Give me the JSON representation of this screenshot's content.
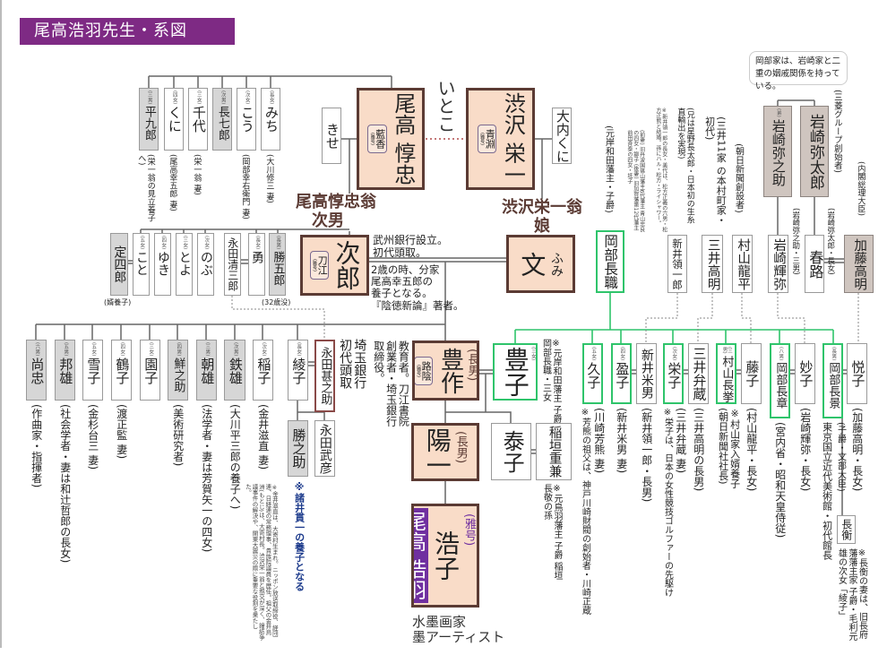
{
  "title": "尾高浩羽先生・系図",
  "callout": "岡部家は、岩崎家と二重の姻戚関係を持っている。",
  "persons": [
    {
      "id": "heikuro",
      "name": "平九郎",
      "rank": "(三男)",
      "note": "(栄一翁の見立養子へ)"
    },
    {
      "id": "kuni",
      "name": "くに",
      "rank": "(四女)",
      "note": "(尾高幸五郎 妻)"
    },
    {
      "id": "chiyo",
      "name": "千代",
      "rank": "(三女)",
      "note": "(栄一翁 妻)"
    },
    {
      "id": "chohichiro",
      "name": "長七郎",
      "rank": "(次男)"
    },
    {
      "id": "kou",
      "name": "こう",
      "rank": "(次女)",
      "note": "(岡部幸右衛門 妻)"
    },
    {
      "id": "michi",
      "name": "みち",
      "rank": "(長女)",
      "note": "(大川修三 妻)"
    },
    {
      "id": "kise",
      "name": "きせ"
    },
    {
      "id": "atsutada",
      "name": "尾高 惇忠",
      "gago": "藍香",
      "gago_label": "(雅号)"
    },
    {
      "id": "eiichi",
      "name": "渋沢 栄一",
      "gago": "青淵",
      "gago_label": "(雅号)"
    },
    {
      "id": "ouchi",
      "name": "大内くに"
    },
    {
      "id": "teishiro",
      "name": "定四郎",
      "note": "(婿養子)"
    },
    {
      "id": "koto",
      "name": "こと",
      "rank": "(五女)"
    },
    {
      "id": "yuki",
      "name": "ゆき",
      "rank": "(四女)"
    },
    {
      "id": "toyo",
      "name": "とよ",
      "rank": "(三女)"
    },
    {
      "id": "nobu",
      "name": "のぶ",
      "rank": "(次女)"
    },
    {
      "id": "seizaburo",
      "name": "永田清三郎"
    },
    {
      "id": "isamu",
      "name": "勇",
      "rank": "(長女)"
    },
    {
      "id": "katsugoro",
      "name": "勝五郎",
      "rank": "(長男)",
      "note": "(32歳没)"
    },
    {
      "id": "jiro",
      "name": "次郎",
      "gago": "刀江",
      "gago_label": "(雅号)"
    },
    {
      "id": "fumi",
      "name": "文",
      "ruby": "ふみ"
    },
    {
      "id": "naotada",
      "name": "尚忠",
      "rank": "(六男)",
      "note": "(作曲家・指揮者)"
    },
    {
      "id": "kunio",
      "name": "邦雄",
      "rank": "(五男)",
      "note": "(社会学者・妻は和辻哲郎の長女)"
    },
    {
      "id": "yukiko",
      "name": "雪子",
      "rank": "(五女)",
      "note": "(金杉台三 妻)"
    },
    {
      "id": "tsuruko",
      "name": "鶴子",
      "rank": "(四女)",
      "note": "(渡正監 妻)"
    },
    {
      "id": "sonoko",
      "name": "園子",
      "rank": "(三女)"
    },
    {
      "id": "sennosuke",
      "name": "鮮之助",
      "rank": "(四男)",
      "note": "(美術研究者)"
    },
    {
      "id": "asao",
      "name": "朝雄",
      "rank": "(三男)",
      "note": "(法学者・妻は芳賀矢一の四女)"
    },
    {
      "id": "tetsuo",
      "name": "鉄雄",
      "rank": "(次男)",
      "note": "(大川平三郎の養子へ)"
    },
    {
      "id": "ineko",
      "name": "稲子",
      "rank": "(次女)",
      "note": "(金井滋直 妻)"
    },
    {
      "id": "ayako",
      "name": "綾子",
      "rank": "(長女)"
    },
    {
      "id": "jinnosuke",
      "name": "永田甚之助"
    },
    {
      "id": "katsunosuke",
      "name": "勝之助"
    },
    {
      "id": "takehiko",
      "name": "永田武彦"
    },
    {
      "id": "hosaku",
      "name": "豊作",
      "rank": "(長男)",
      "gago": "路陰",
      "gago_label": "(雅号)"
    },
    {
      "id": "toyoko",
      "name": "豊子",
      "rank": "(三女)"
    },
    {
      "id": "yoichi",
      "name": "陽一",
      "rank": "(長男)"
    },
    {
      "id": "yasuko",
      "name": "泰子"
    },
    {
      "id": "inagaki",
      "name": "稲垣重兼"
    },
    {
      "id": "hiroko",
      "name": "浩子",
      "rank": "(雅号)",
      "panel": "尾高 浩羽"
    },
    {
      "id": "nagamoto",
      "name": "岡部長職",
      "note": "(元岸和田藩主・子爵)"
    },
    {
      "id": "ryoichiro",
      "name": "新井領一郎",
      "note": "(兄は星野長太郎・日本初の生糸直輸出を実現)"
    },
    {
      "id": "takaaki",
      "name": "三井高明",
      "note": "(三井11家 の本村町家・初代)"
    },
    {
      "id": "ryohei",
      "name": "村山龍平",
      "note": "(朝日新聞創設者)"
    },
    {
      "id": "teruya",
      "name": "岩崎輝弥",
      "note": "(岩崎弥之助・三男)"
    },
    {
      "id": "haruji",
      "name": "春路",
      "note": "(岩崎弥太郎・長女)"
    },
    {
      "id": "kato",
      "name": "加藤高明",
      "note": "(内閣総理大臣)"
    },
    {
      "id": "yanosuke",
      "name": "岩崎弥之助",
      "rank": "(弟)"
    },
    {
      "id": "yataro",
      "name": "岩崎弥太郎",
      "note": "(三菱グループ創始者)"
    },
    {
      "id": "hisako",
      "name": "久子",
      "rank": "(五女)",
      "note": "(川崎芳熊 妻)"
    },
    {
      "id": "mitsuko",
      "name": "盈子",
      "rank": "(四女)",
      "note": "(新井米男 妻)"
    },
    {
      "id": "yoneo",
      "name": "新井米男",
      "note": "(新井領一郎・長男)"
    },
    {
      "id": "eiko",
      "name": "栄子",
      "rank": "(次女)",
      "note": "(三井弁蔵 妻)"
    },
    {
      "id": "benzo",
      "name": "三井弁蔵",
      "note": "(三井高明の長男)"
    },
    {
      "id": "nagataka",
      "name": "村山長挙",
      "rank": "(三男)",
      "note": "(朝日新聞社社長)"
    },
    {
      "id": "fujiko",
      "name": "藤子",
      "note": "(村山龍平・長女)"
    },
    {
      "id": "nagaakira",
      "name": "岡部長章",
      "rank": "(八男)",
      "note": "(宮内省・昭和天皇侍従)"
    },
    {
      "id": "taeko",
      "name": "妙子",
      "note": "(岩崎輝弥・長女)"
    },
    {
      "id": "nagakage",
      "name": "岡部長景",
      "rank": "(長男)",
      "note": "(子爵・文部大臣)"
    },
    {
      "id": "etsuko",
      "name": "悦子",
      "note": "(加藤高明・長女)"
    },
    {
      "id": "nagahira",
      "name": "長衡"
    }
  ],
  "annotations": [
    {
      "id": "itoko",
      "text": "いとこ"
    },
    {
      "id": "atsutada-son",
      "text": "尾高惇忠翁\n　次男"
    },
    {
      "id": "eiichi-daughter",
      "text": "渋沢栄一翁\n　　娘"
    },
    {
      "id": "jiro-bank",
      "text": "武州銀行設立。\n初代頭取。"
    },
    {
      "id": "jiro-bio",
      "text": "2歳の時、分家\n尾高幸五郎の\n養子となる。\n『陰徳新論』著者。"
    },
    {
      "id": "jinnosuke-bio",
      "text": "埼玉銀行初代頭取"
    },
    {
      "id": "hosaku-bio",
      "text": "教育者。刀江書院創業者・埼玉銀行取締役。"
    },
    {
      "id": "toyoko-note",
      "text": "※元岸和田藩主 子爵 岡部長職・三女"
    },
    {
      "id": "inagaki-note",
      "text": "※元鳥羽藩主 子爵 稲垣長敬の孫"
    },
    {
      "id": "hiroko-caption",
      "text": "水墨画家\n墨アーティスト"
    },
    {
      "id": "kanai-note",
      "text": "※金井滋直は、大寄村生まれ。ニッポン放送取締役、経団連、日経連の常務理事、貴族院議員を歴任。祖父の金井烏洲(もとじ)は、大寄村長。渋沢栄一翁と親交が深く、鐘紡争議事件の解決や、関東大震災の際に重要な役割を果たした。"
    },
    {
      "id": "katsunosuke-note",
      "text": "※諸井貫一の養子となる"
    },
    {
      "id": "nagamoto-wives",
      "text": "(前妻) 旧丹波国篠山藩主6代藩主 青山忠良の四女・鉚子\n(後妻) 旧加賀藩第12代藩主 前田斉泰の四女・坻子"
    },
    {
      "id": "ryoichiro-small",
      "text": "※新井領一郎の長女・美代は、松方正義の六男・松方正熊と結婚。孫にハル・松方・ライシャワー。"
    },
    {
      "id": "hisako-note",
      "text": "※芳熊の祖父は、神戸川崎財閥の創始者・川崎正蔵"
    },
    {
      "id": "eiko-note",
      "text": "※栄子は、日本の女性競技ゴルファーの先駆け"
    },
    {
      "id": "nagataka-note",
      "text": "※村山家入婿養子"
    },
    {
      "id": "nagakage-note",
      "text": "東京国立近代美術館・初代館長"
    },
    {
      "id": "nagahira-note",
      "text": "※長衡の妻は、旧長府藩藩主家 子爵・毛利元雄の次女「綾子」"
    }
  ]
}
